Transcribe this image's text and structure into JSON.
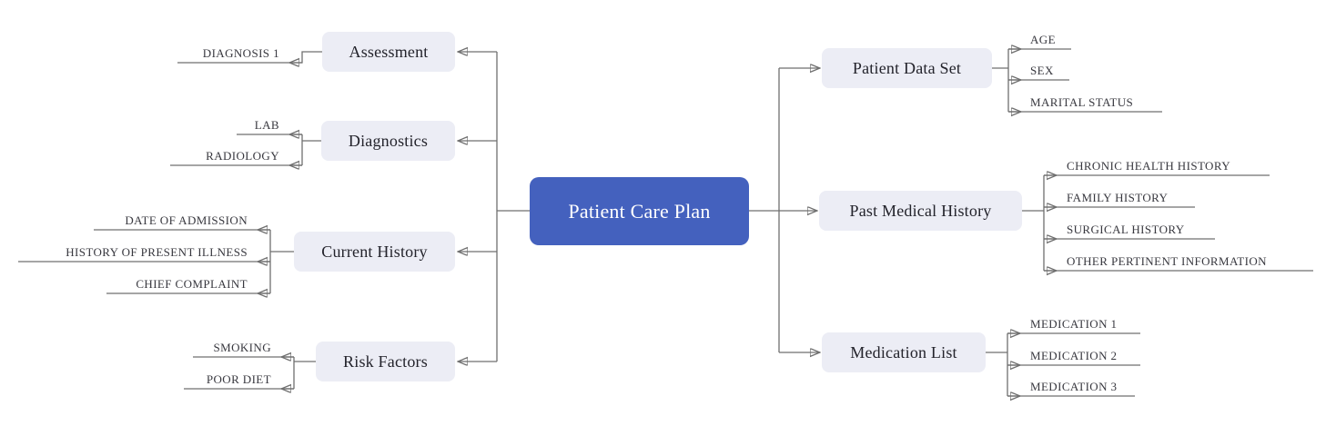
{
  "root": {
    "label": "Patient Care Plan"
  },
  "left_branches": [
    {
      "label": "Assessment",
      "children": [
        "DIAGNOSIS 1"
      ]
    },
    {
      "label": "Diagnostics",
      "children": [
        "LAB",
        "RADIOLOGY"
      ]
    },
    {
      "label": "Current History",
      "children": [
        "DATE OF ADMISSION",
        "HISTORY OF PRESENT ILLNESS",
        "CHIEF COMPLAINT"
      ]
    },
    {
      "label": "Risk Factors",
      "children": [
        "SMOKING",
        "POOR DIET"
      ]
    }
  ],
  "right_branches": [
    {
      "label": "Patient Data Set",
      "children": [
        "AGE",
        "SEX",
        "MARITAL STATUS"
      ]
    },
    {
      "label": "Past Medical History",
      "children": [
        "CHRONIC HEALTH HISTORY",
        "FAMILY HISTORY",
        "SURGICAL HISTORY",
        "OTHER PERTINENT INFORMATION"
      ]
    },
    {
      "label": "Medication List",
      "children": [
        "MEDICATION 1",
        "MEDICATION 2",
        "MEDICATION 3"
      ]
    }
  ],
  "colors": {
    "root_bg": "#4461BE",
    "root_text": "#FFFFFF",
    "branch_bg": "#ECEDF5",
    "branch_text": "#23232B",
    "line": "#6F6F6F",
    "arrow": "#4D4D4D",
    "leaf_text": "#38383F"
  }
}
